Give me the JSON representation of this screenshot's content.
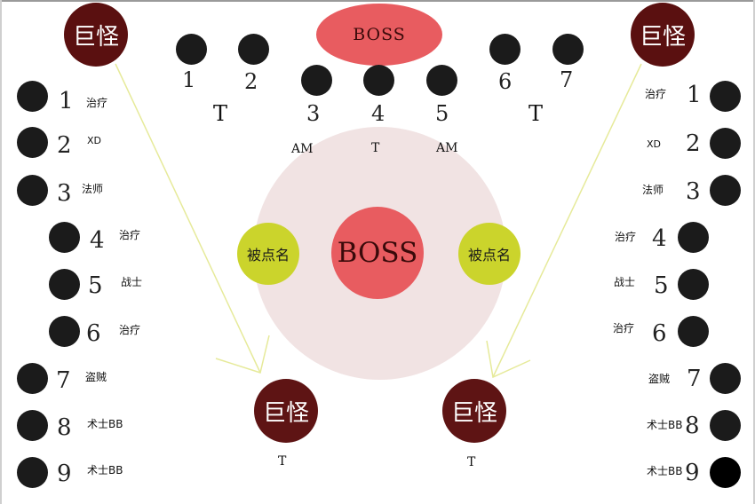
{
  "colors": {
    "player": "#1b1b1b",
    "boss": "#e85c60",
    "giant_top": "#5a1010",
    "giant_bottom": "#5e1414",
    "named": "#cbd42c",
    "arena": "#f1e3e3",
    "arrow": "#e6ea9a"
  },
  "boss_top_label": "BOSS",
  "boss_center_label": "BOSS",
  "named_label": "被点名",
  "giant_label": "巨怪",
  "top_players": [
    "1",
    "2",
    "3",
    "4",
    "5",
    "6",
    "7"
  ],
  "top_tank_labels": [
    "T",
    "T"
  ],
  "inner_labels": [
    "AM",
    "T",
    "AM"
  ],
  "bottom_giant_labels": [
    "T",
    "T"
  ],
  "left_column": [
    {
      "num": "1",
      "role": "治疗"
    },
    {
      "num": "2",
      "role": "XD"
    },
    {
      "num": "3",
      "role": "法师"
    },
    {
      "num": "4",
      "role": "治疗"
    },
    {
      "num": "5",
      "role": "战士"
    },
    {
      "num": "6",
      "role": "治疗"
    },
    {
      "num": "7",
      "role": "盗贼"
    },
    {
      "num": "8",
      "role": "术士BB"
    },
    {
      "num": "9",
      "role": "术士BB"
    }
  ],
  "right_column": [
    {
      "num": "1",
      "role": "治疗"
    },
    {
      "num": "2",
      "role": "XD"
    },
    {
      "num": "3",
      "role": "法师"
    },
    {
      "num": "4",
      "role": "治疗"
    },
    {
      "num": "5",
      "role": "战士"
    },
    {
      "num": "6",
      "role": "治疗"
    },
    {
      "num": "7",
      "role": "盗贼"
    },
    {
      "num": "8",
      "role": "术士BB"
    },
    {
      "num": "9",
      "role": "术士BB"
    }
  ]
}
